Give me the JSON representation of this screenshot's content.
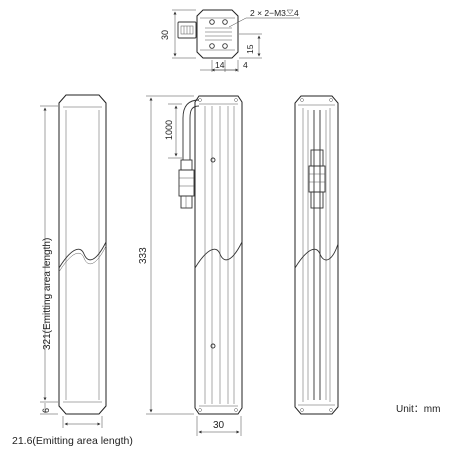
{
  "drawing": {
    "unit_label": "Unit：mm",
    "dimensions": {
      "connector_height": "30",
      "screw_spec": "2 × 2−M3",
      "screw_depth": "4",
      "screw_offset_v": "15",
      "screw_pitch": "14",
      "screw_edge": "4",
      "cable_length": "1000",
      "total_length": "333",
      "emitting_length": "321(Emitting area length)",
      "emitting_width": "21.6(Emitting area length)",
      "bottom_offset": "6",
      "body_width": "30"
    }
  }
}
